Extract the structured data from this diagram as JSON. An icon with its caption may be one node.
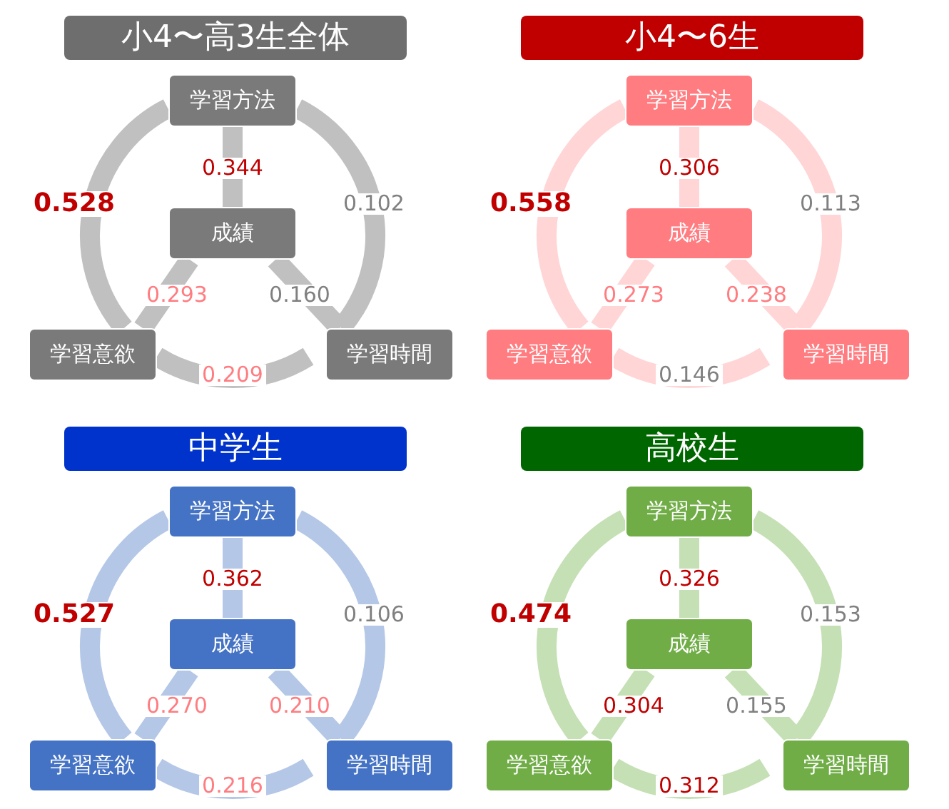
{
  "diagram": {
    "nodes": [
      {
        "text": [
          "小4〜高3生全体"
        ]
      },
      {
        "text": [
          "学習方法"
        ]
      },
      {
        "text": [
          "成績"
        ]
      },
      {
        "text": [
          "学習意欲"
        ]
      },
      {
        "text": [
          "学習時間"
        ]
      },
      {
        "text": [
          "小4〜6生"
        ]
      },
      {
        "text": [
          "学習方法"
        ]
      },
      {
        "text": [
          "成績"
        ]
      },
      {
        "text": [
          "学習意欲"
        ]
      },
      {
        "text": [
          "学習時間"
        ]
      },
      {
        "text": [
          "中学生"
        ]
      },
      {
        "text": [
          "学習方法"
        ]
      },
      {
        "text": [
          "成績"
        ]
      },
      {
        "text": [
          "学習意欲"
        ]
      },
      {
        "text": [
          "学習時間"
        ]
      },
      {
        "text": [
          "高校生"
        ]
      },
      {
        "text": [
          "学習方法"
        ]
      },
      {
        "text": [
          "成績"
        ]
      },
      {
        "text": [
          "学習意欲"
        ]
      },
      {
        "text": [
          "学習時間"
        ]
      }
    ],
    "edges": [
      {
        "from": 1,
        "to": 3,
        "arrow": "none",
        "label": "0.528",
        "color": "#c0c0c0"
      },
      {
        "from": 1,
        "to": 2,
        "arrow": "none",
        "label": "0.344",
        "color": "#c0c0c0"
      },
      {
        "from": 1,
        "to": 4,
        "arrow": "none",
        "label": "0.102",
        "color": "#c0c0c0"
      },
      {
        "from": 3,
        "to": 2,
        "arrow": "none",
        "label": "0.293",
        "color": "#c0c0c0"
      },
      {
        "from": 4,
        "to": 2,
        "arrow": "none",
        "label": "0.160",
        "color": "#c0c0c0"
      },
      {
        "from": 3,
        "to": 4,
        "arrow": "none",
        "label": "0.209",
        "color": "#c0c0c0"
      },
      {
        "from": 6,
        "to": 8,
        "arrow": "none",
        "label": "0.558",
        "color": "#ffd5d6"
      },
      {
        "from": 6,
        "to": 7,
        "arrow": "none",
        "label": "0.306",
        "color": "#ffd5d6"
      },
      {
        "from": 6,
        "to": 9,
        "arrow": "none",
        "label": "0.113",
        "color": "#ffd5d6"
      },
      {
        "from": 8,
        "to": 7,
        "arrow": "none",
        "label": "0.273",
        "color": "#ffd5d6"
      },
      {
        "from": 9,
        "to": 7,
        "arrow": "none",
        "label": "0.238",
        "color": "#ffd5d6"
      },
      {
        "from": 8,
        "to": 9,
        "arrow": "none",
        "label": "0.146",
        "color": "#ffd5d6"
      },
      {
        "from": 11,
        "to": 13,
        "arrow": "none",
        "label": "0.527",
        "color": "#b4c7e7"
      },
      {
        "from": 11,
        "to": 12,
        "arrow": "none",
        "label": "0.362",
        "color": "#b4c7e7"
      },
      {
        "from": 11,
        "to": 14,
        "arrow": "none",
        "label": "0.106",
        "color": "#b4c7e7"
      },
      {
        "from": 13,
        "to": 12,
        "arrow": "none",
        "label": "0.270",
        "color": "#b4c7e7"
      },
      {
        "from": 14,
        "to": 12,
        "arrow": "none",
        "label": "0.210",
        "color": "#b4c7e7"
      },
      {
        "from": 13,
        "to": 14,
        "arrow": "none",
        "label": "0.216",
        "color": "#b4c7e7"
      },
      {
        "from": 16,
        "to": 18,
        "arrow": "none",
        "label": "0.474",
        "color": "#c5e0b4"
      },
      {
        "from": 16,
        "to": 17,
        "arrow": "none",
        "label": "0.326",
        "color": "#c5e0b4"
      },
      {
        "from": 16,
        "to": 19,
        "arrow": "none",
        "label": "0.153",
        "color": "#c5e0b4"
      },
      {
        "from": 18,
        "to": 17,
        "arrow": "none",
        "label": "0.304",
        "color": "#c5e0b4"
      },
      {
        "from": 19,
        "to": 17,
        "arrow": "none",
        "label": "0.155",
        "color": "#c5e0b4"
      },
      {
        "from": 18,
        "to": 19,
        "arrow": "none",
        "label": "0.312",
        "color": "#c5e0b4"
      }
    ]
  }
}
